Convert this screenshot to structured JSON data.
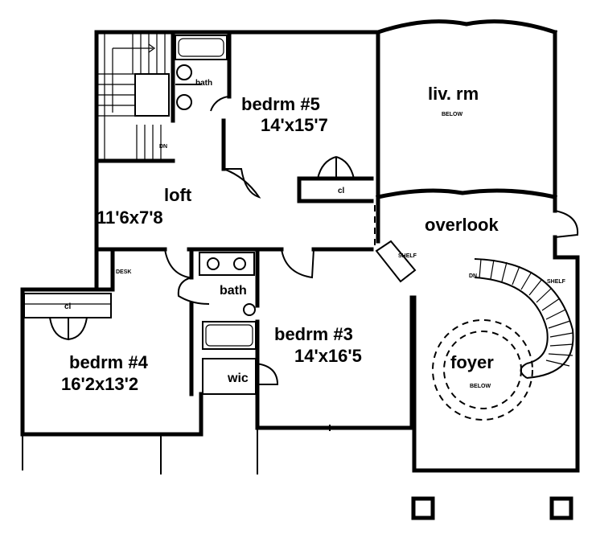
{
  "rooms": {
    "bedroom5": {
      "name": "bedrm #5",
      "size": "14'x15'7"
    },
    "living_room": {
      "name": "liv. rm",
      "note": "BELOW"
    },
    "loft": {
      "name": "loft",
      "size": "11'6x7'8"
    },
    "overlook": {
      "name": "overlook"
    },
    "bedroom4": {
      "name": "bedrm #4",
      "size": "16'2x13'2"
    },
    "bedroom3": {
      "name": "bedrm #3",
      "size": "14'x16'5"
    },
    "foyer": {
      "name": "foyer",
      "note": "BELOW"
    },
    "bath_upper": {
      "name": "bath"
    },
    "bath_middle": {
      "name": "bath"
    },
    "closet_bedroom5": {
      "name": "cl"
    },
    "closet_bedroom4": {
      "name": "cl"
    },
    "walk_in_closet": {
      "name": "wic"
    }
  },
  "small_labels": {
    "stair_note": "DN",
    "desk": "DESK",
    "plant_shelf": "SHELF",
    "landing_note": "DN"
  }
}
